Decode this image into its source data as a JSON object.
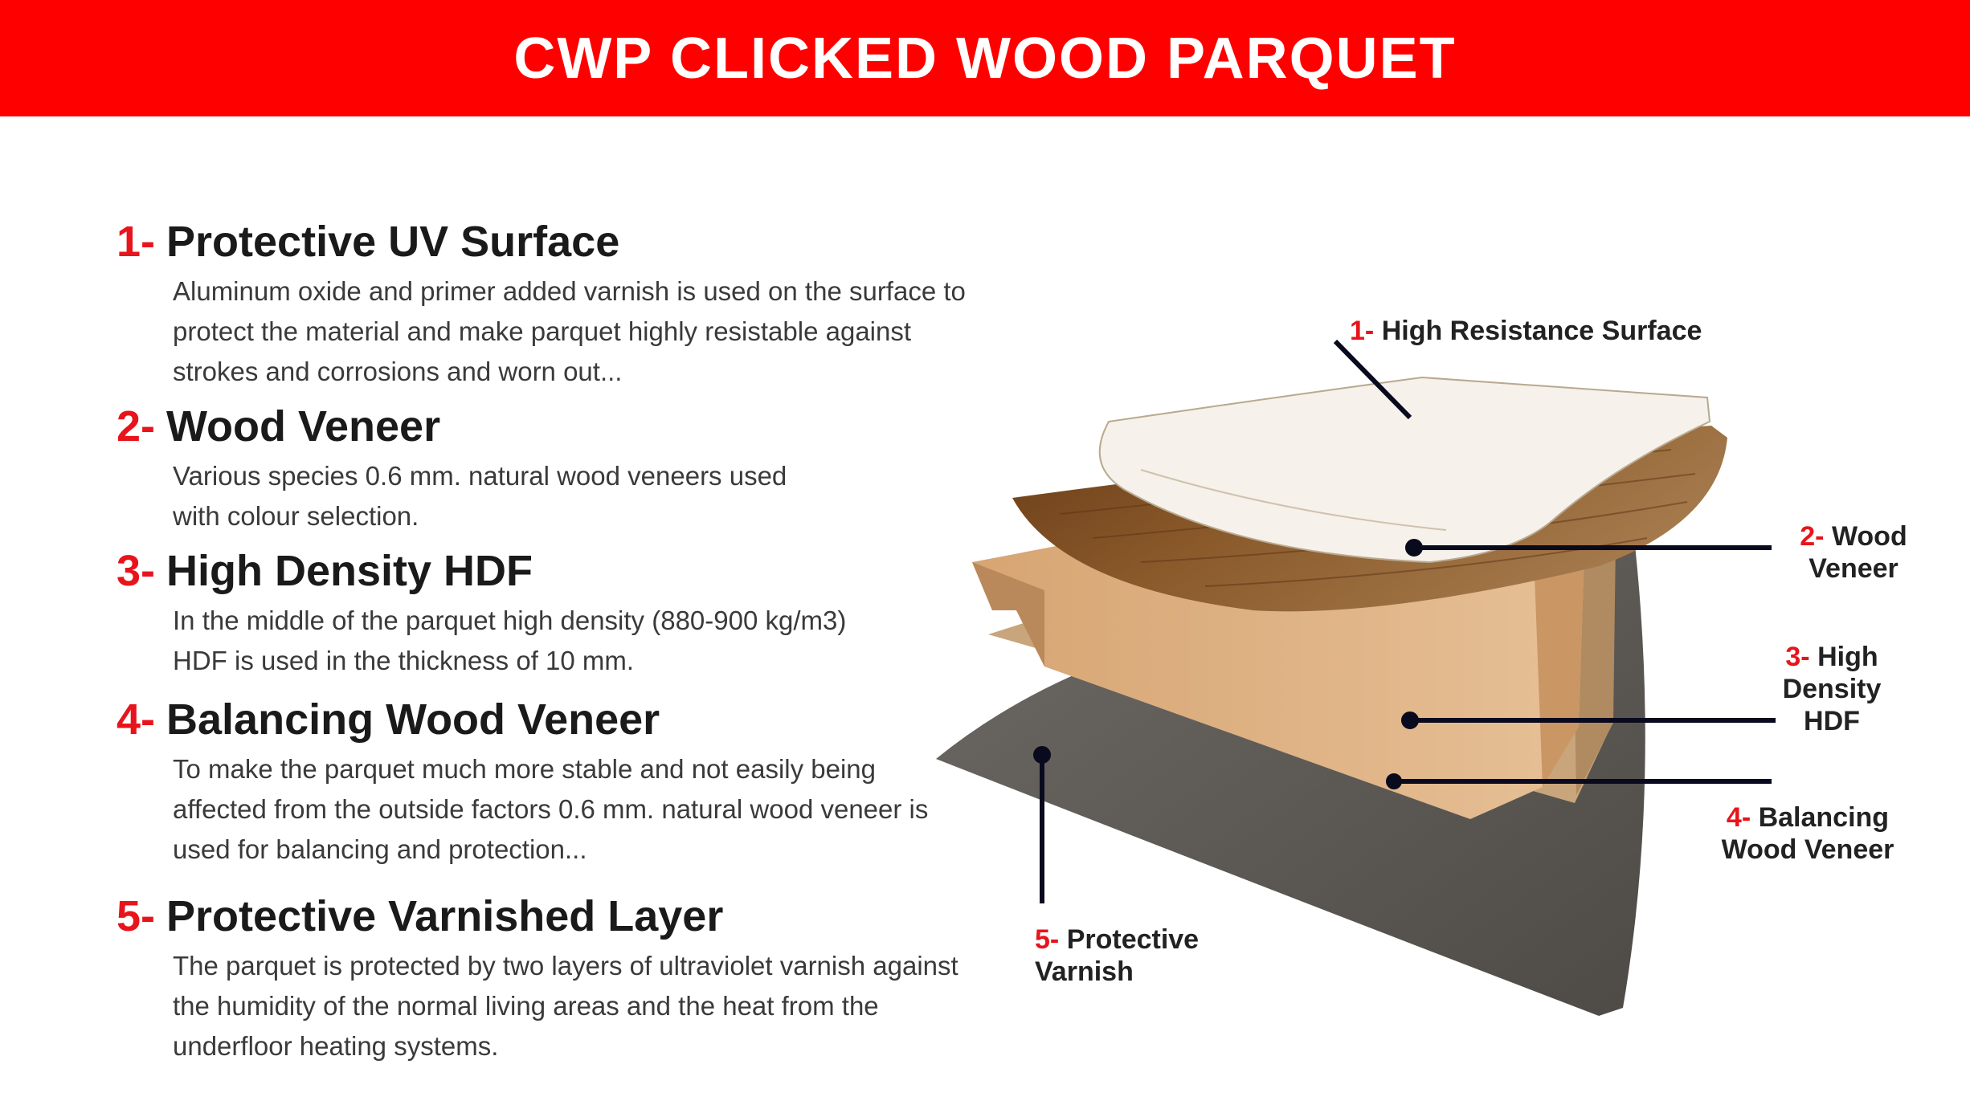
{
  "header": {
    "title": "CWP CLICKED WOOD PARQUET"
  },
  "colors": {
    "banner": "#ff0000",
    "number_red": "#e8141b",
    "text": "#1a1a1a"
  },
  "layers": [
    {
      "number": "1-",
      "title": "Protective UV Surface",
      "description": "Aluminum oxide and primer added varnish is used on the surface to protect the material and make parquet highly resistable against strokes and corrosions and worn out..."
    },
    {
      "number": "2-",
      "title": "Wood Veneer",
      "description": "Various species 0.6 mm. natural wood veneers used with colour selection."
    },
    {
      "number": "3-",
      "title": "High Density HDF",
      "description": "In the middle of the parquet high density (880-900 kg/m3) HDF is used in the thickness of 10 mm."
    },
    {
      "number": "4-",
      "title": "Balancing Wood Veneer",
      "description": "To make the parquet much more stable and not easily being affected from the outside factors 0.6 mm. natural wood veneer is used for balancing and protection..."
    },
    {
      "number": "5-",
      "title": "Protective Varnished Layer",
      "description": "The parquet is protected by two layers of ultraviolet varnish against the humidity of the normal living areas and the heat from the underfloor heating systems."
    }
  ],
  "callouts": [
    {
      "number": "1-",
      "label": "High Resistance Surface"
    },
    {
      "number": "2-",
      "label": "Wood Veneer"
    },
    {
      "number": "3-",
      "label": "High Density HDF"
    },
    {
      "number": "4-",
      "label": "Balancing Wood Veneer"
    },
    {
      "number": "5-",
      "label": "Protective Varnish"
    }
  ]
}
